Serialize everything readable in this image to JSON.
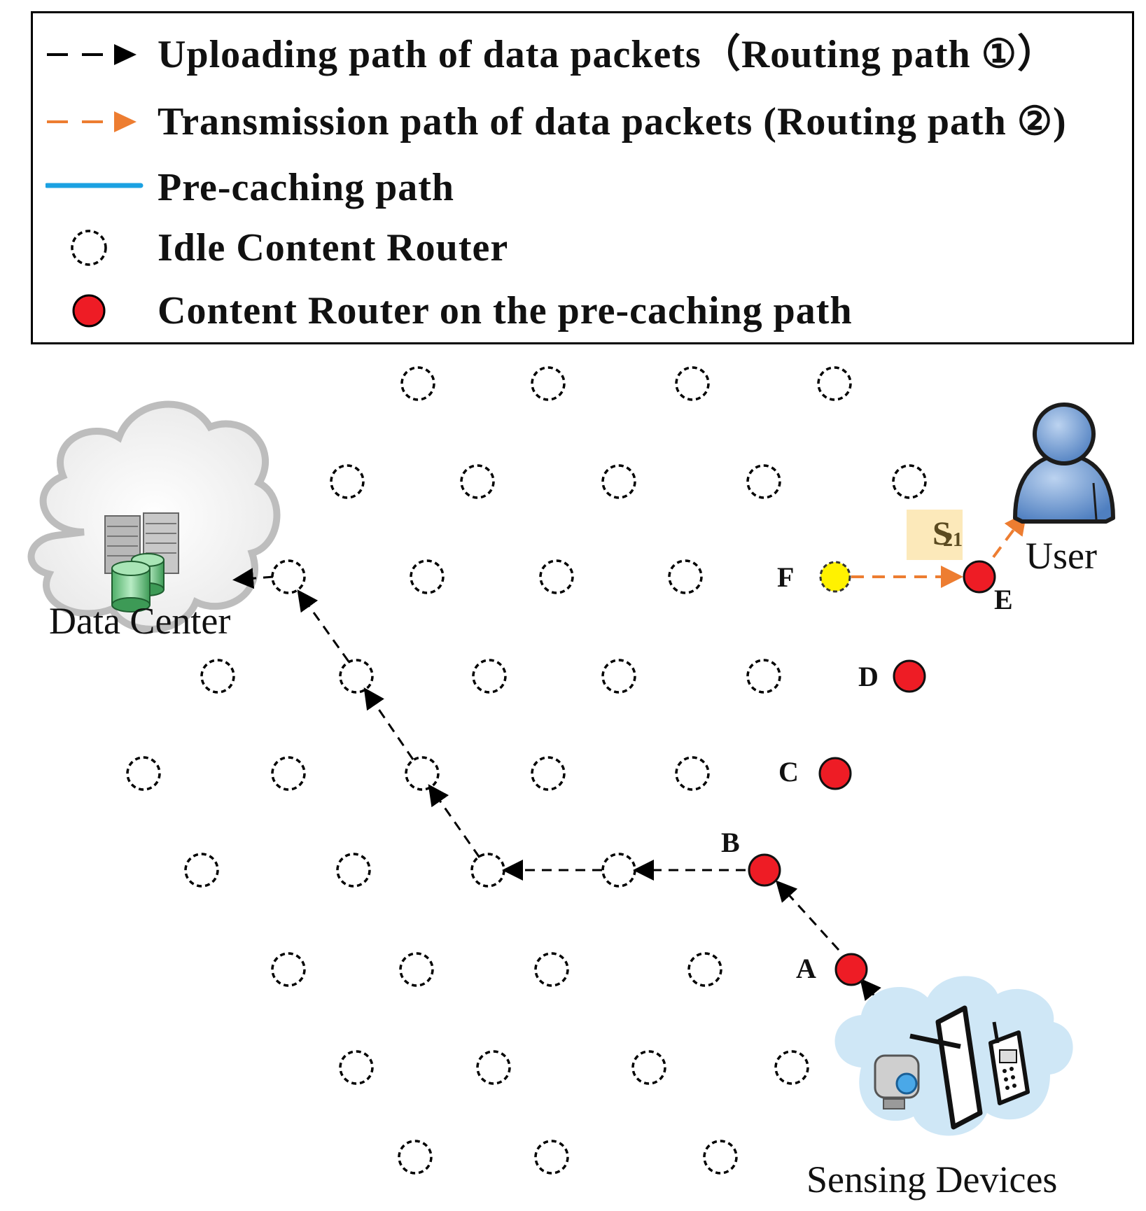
{
  "legend": {
    "items": [
      {
        "label": "Uploading path of data packets（Routing path ①）",
        "symbol": "black-dashed-arrow"
      },
      {
        "label": "Transmission path of data packets (Routing path ②)",
        "symbol": "orange-dashed-arrow"
      },
      {
        "label": "Pre-caching path",
        "symbol": "blue-solid-line"
      },
      {
        "label": "Idle Content Router",
        "symbol": "dashed-circle"
      },
      {
        "label": "Content Router on the pre-caching path",
        "symbol": "red-circle"
      }
    ]
  },
  "colors": {
    "upload_path": "#000000",
    "transmission_path": "#ED7D31",
    "precache_path": "#1BA1E2",
    "active_router": "#EE1C25",
    "source_router": "#FFF200"
  },
  "labels": {
    "data_center": "Data Center",
    "user": "User",
    "sensing_devices": "Sensing Devices",
    "segment_main": "S",
    "segment_sub": "21"
  },
  "nodes": {
    "A": "A",
    "B": "B",
    "C": "C",
    "D": "D",
    "E": "E",
    "F": "F"
  }
}
